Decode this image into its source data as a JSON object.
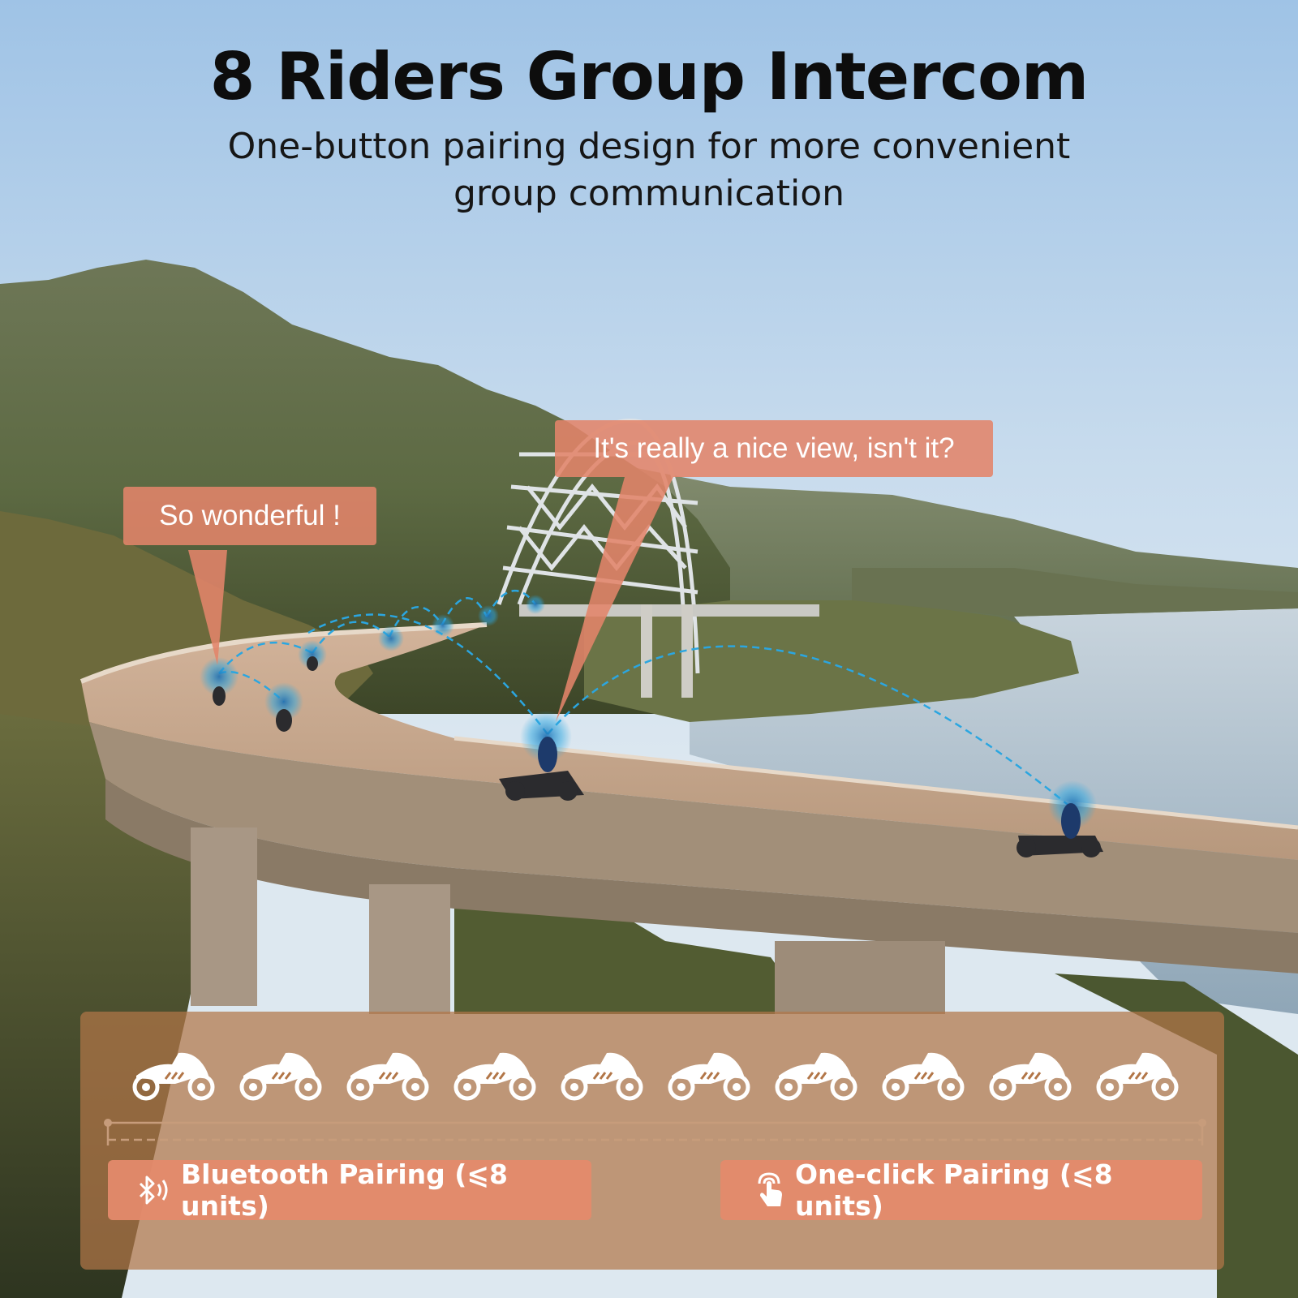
{
  "header": {
    "title": "8 Riders Group Intercom",
    "subtitle": "One-button pairing design for more convenient group communication"
  },
  "speech": {
    "left": "So wonderful !",
    "right": "It's really a nice view, isn't it?"
  },
  "pairing": {
    "bluetooth_label": "Bluetooth Pairing (⩽8 units)",
    "oneclick_label": "One-click Pairing (⩽8 units)",
    "bluetooth_icon": "bluetooth-icon",
    "oneclick_icon": "tap-hand-icon"
  },
  "colors": {
    "speech_bubble": "#e2846a",
    "panel": "#b27648",
    "pill": "#e48a6c",
    "signal_ring": "#2ba6e0"
  }
}
